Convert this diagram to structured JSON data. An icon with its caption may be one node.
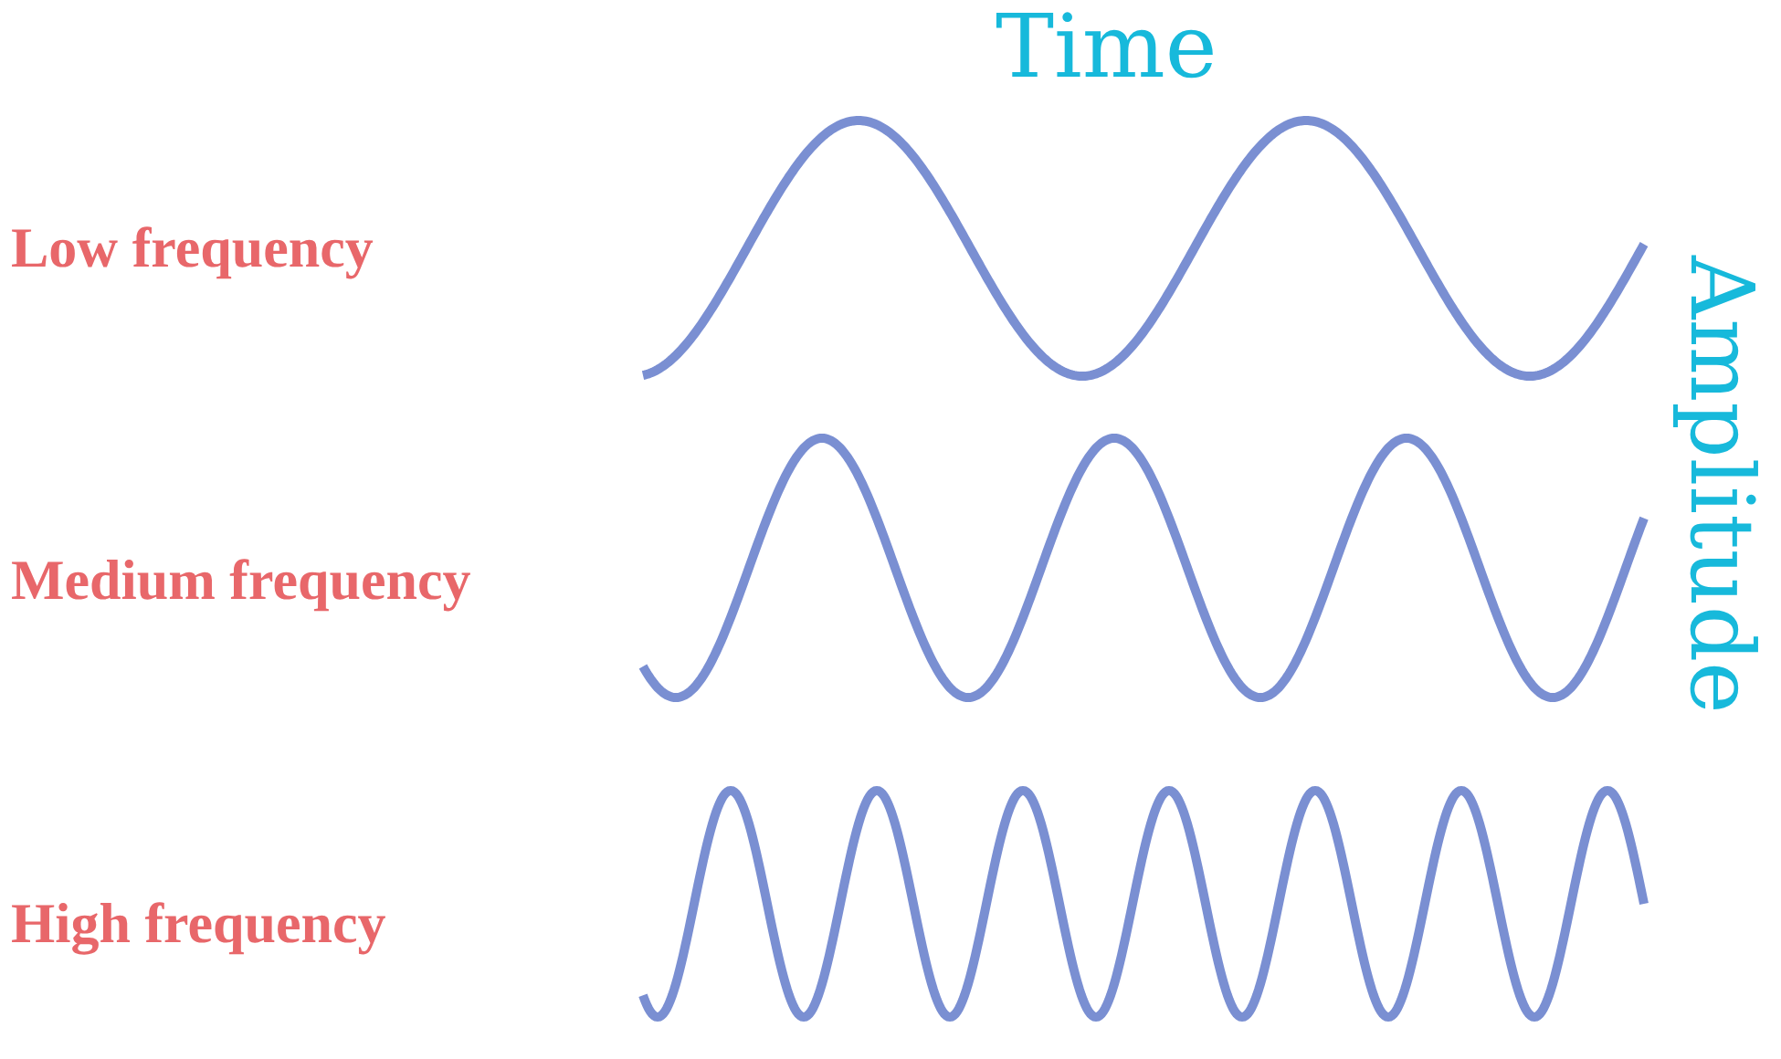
{
  "diagram": {
    "labels": [
      "Time",
      "Low frequency",
      "Amplitude",
      "Medium frequency",
      "High frequency"
    ]
  }
}
